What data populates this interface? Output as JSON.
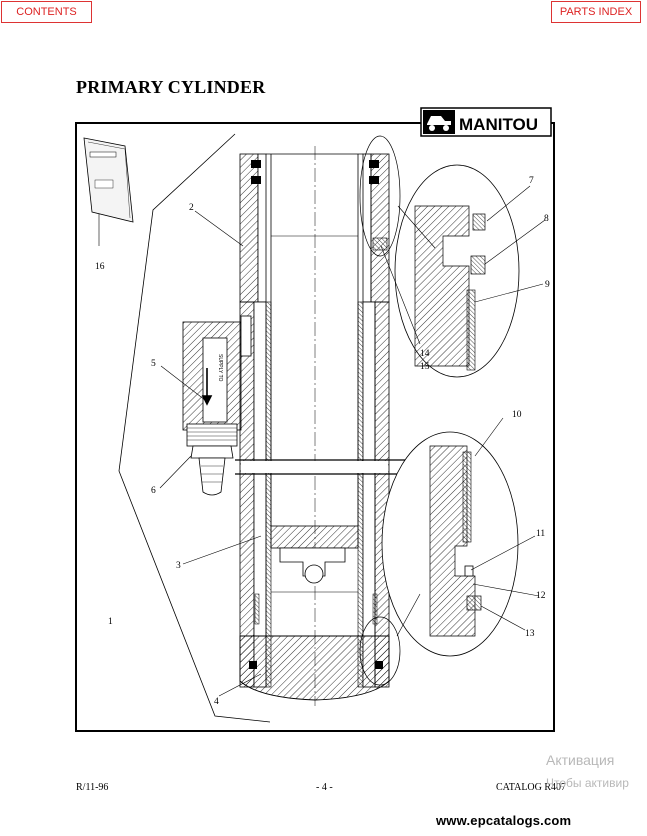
{
  "nav": {
    "contents_label": "CONTENTS",
    "parts_index_label": "PARTS INDEX"
  },
  "page": {
    "title": "PRIMARY CYLINDER"
  },
  "brand": {
    "logo_text": "MANITOU"
  },
  "diagram": {
    "callouts": {
      "c1": "1",
      "c2": "2",
      "c3": "3",
      "c4": "4",
      "c5": "5",
      "c6": "6",
      "c7": "7",
      "c8": "8",
      "c9": "9",
      "c10": "10",
      "c11": "11",
      "c12": "12",
      "c13": "13",
      "c14": "14",
      "c15": "15",
      "c16": "16"
    },
    "valve_label": "SUPPLY TO"
  },
  "footer": {
    "revision": "R/11-96",
    "page_number": "- 4 -",
    "catalog": "CATALOG R407"
  },
  "watermark": {
    "line1": "Активация",
    "line2": "Чтобы активир"
  },
  "site": {
    "url": "www.epcatalogs.com"
  },
  "colors": {
    "nav_border": "#dd3333",
    "nav_text": "#dd2222",
    "line": "#000000",
    "watermark": "#b8b8b8"
  }
}
